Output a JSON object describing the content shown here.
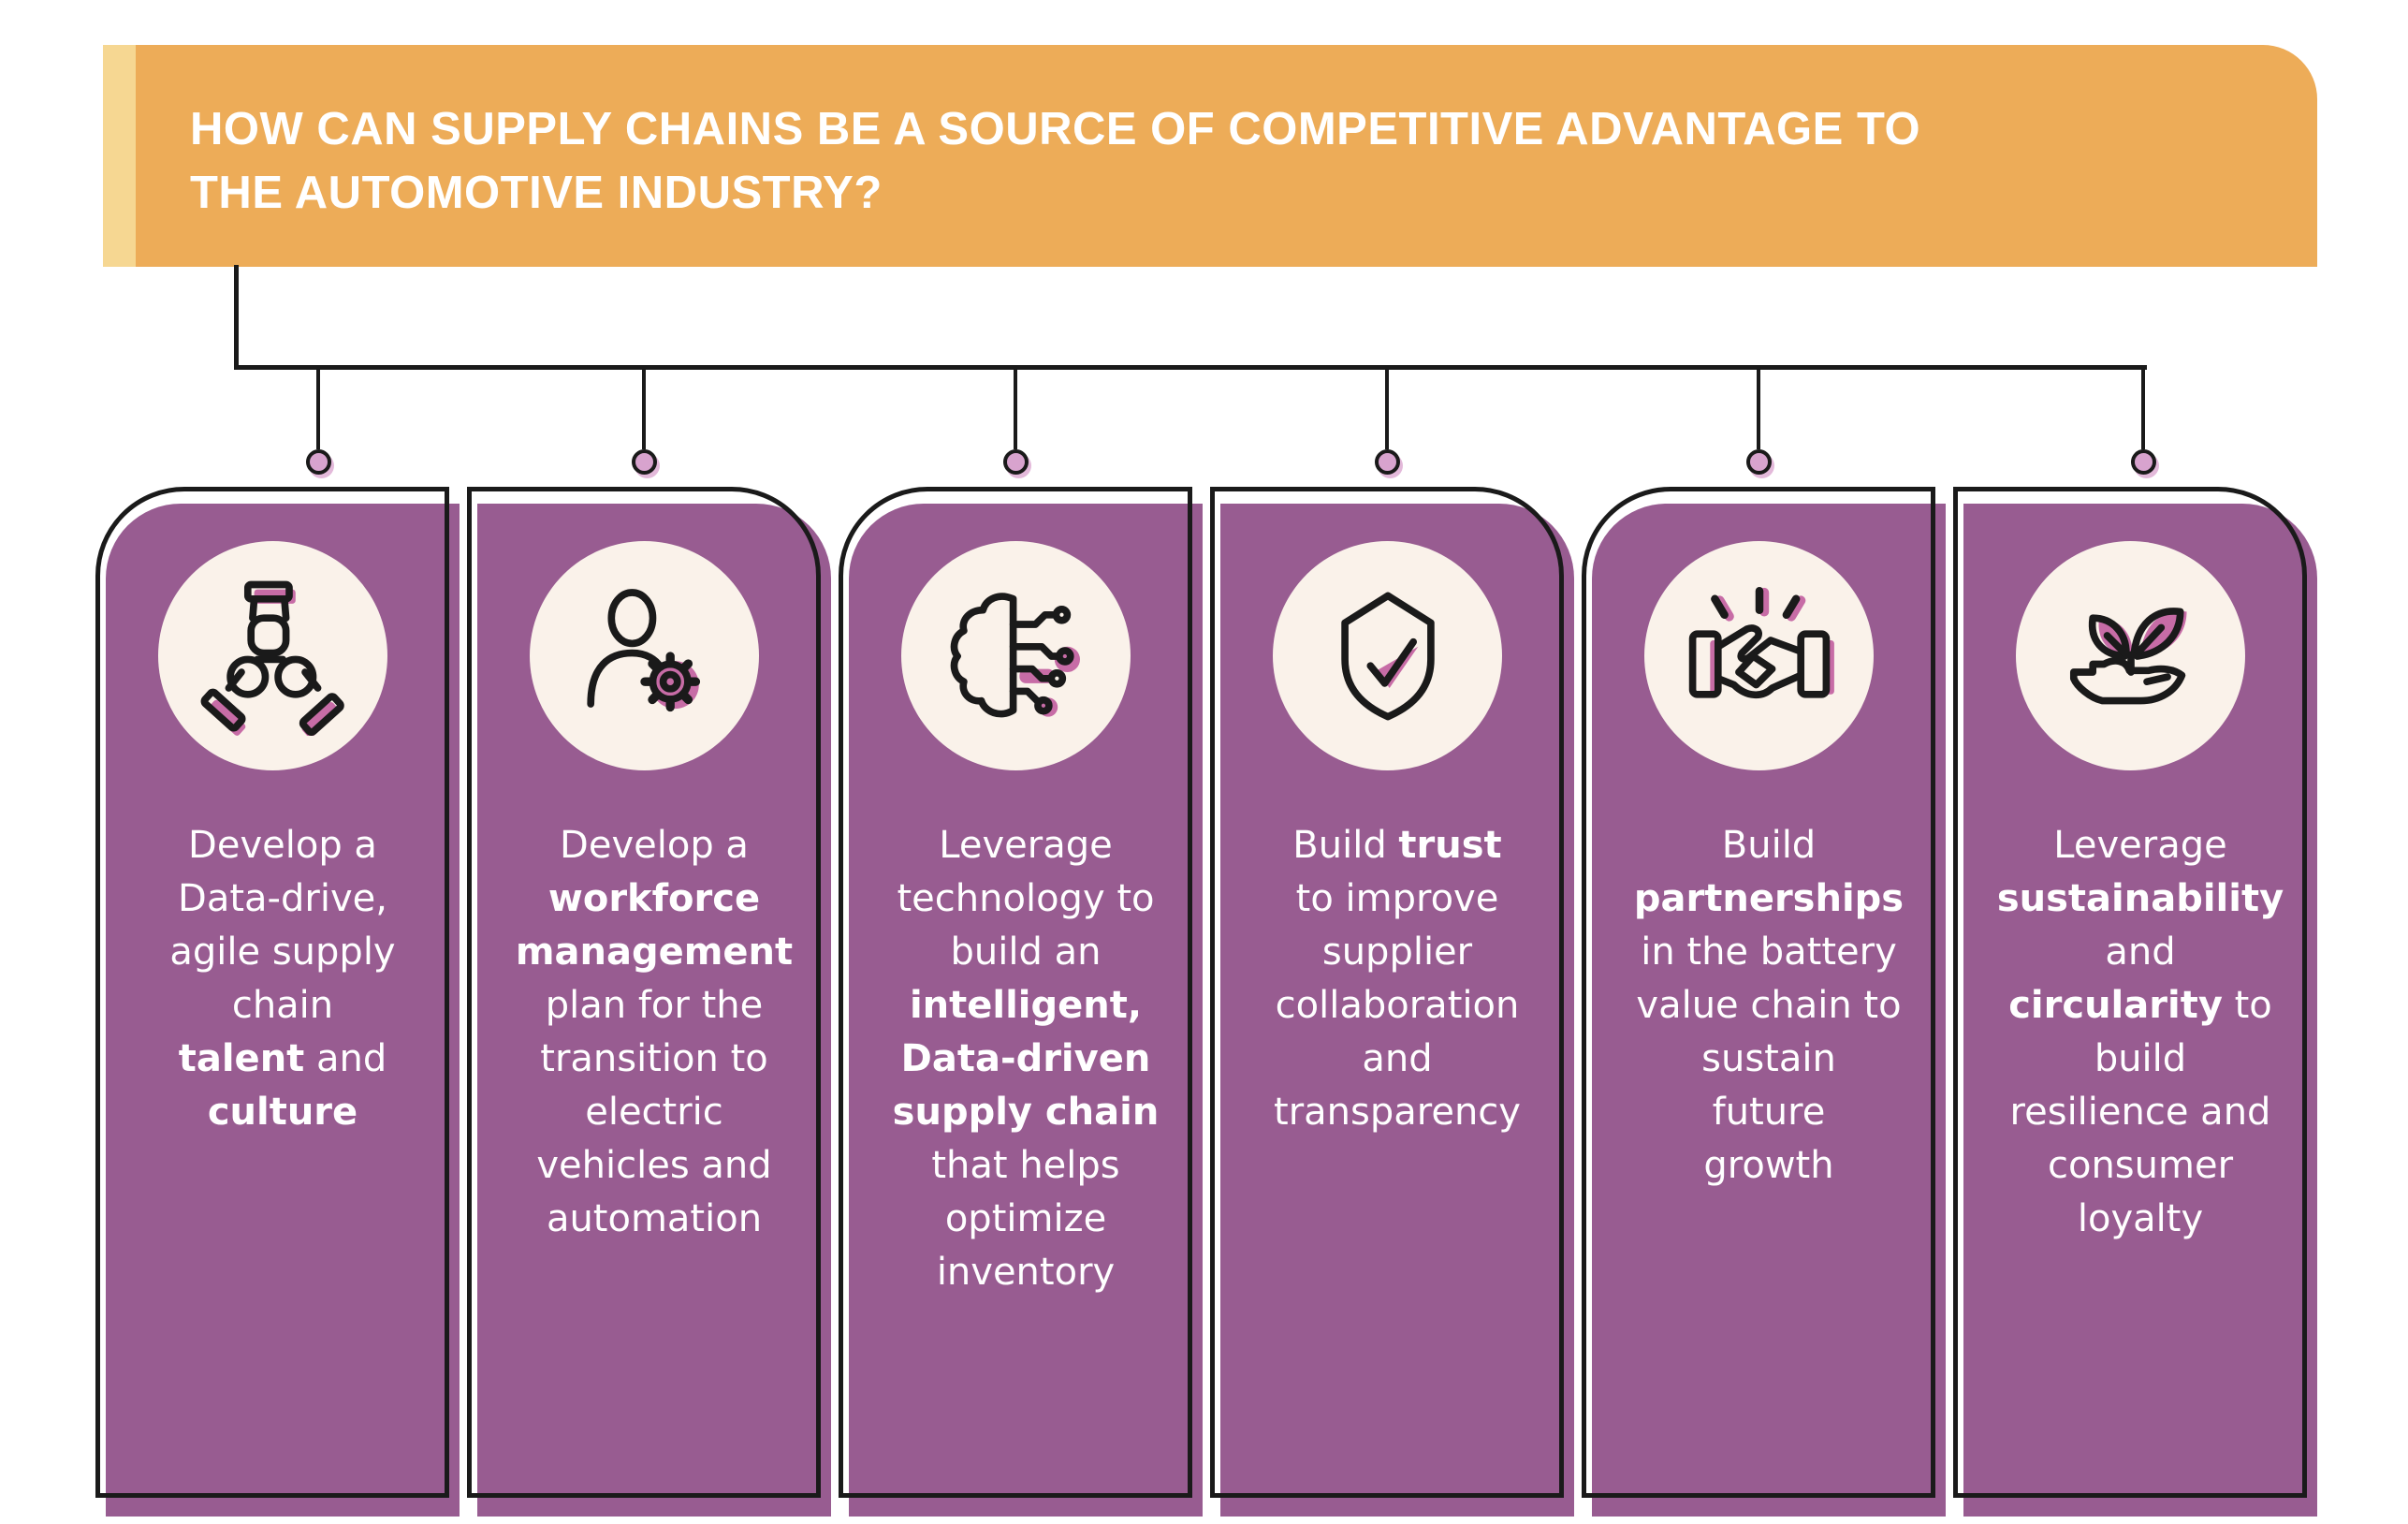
{
  "banner": {
    "title_line1": "HOW CAN SUPPLY CHAINS BE A SOURCE OF COMPETITIVE ADVANTAGE TO",
    "title_line2": "THE AUTOMOTIVE INDUSTRY?",
    "bg": "#edac58",
    "accent_strip": "#f6d792",
    "text_color": "#ffffff"
  },
  "connector": {
    "line_color": "#1a1a1a",
    "dot_fill": "#d8a3ce",
    "dot_shadow": "#e3b9da"
  },
  "colors": {
    "card_purple": "#985c91",
    "outline_black": "#1a1a1a",
    "circle_cream": "#faf2ea",
    "icon_accent_pink": "#c76ca6"
  },
  "cards": [
    {
      "icon": "teamwork-hands-icon",
      "corner": "top-left",
      "lines": [
        [
          {
            "t": "Develop a"
          }
        ],
        [
          {
            "t": "Data-drive,"
          }
        ],
        [
          {
            "t": "agile supply"
          }
        ],
        [
          {
            "t": "chain"
          }
        ],
        [
          {
            "t": "talent",
            "b": 1
          },
          {
            "t": " and"
          }
        ],
        [
          {
            "t": "culture",
            "b": 1
          }
        ]
      ]
    },
    {
      "icon": "person-gear-icon",
      "corner": "top-right",
      "lines": [
        [
          {
            "t": "Develop a"
          }
        ],
        [
          {
            "t": "workforce",
            "b": 1
          }
        ],
        [
          {
            "t": "management",
            "b": 1
          }
        ],
        [
          {
            "t": "plan for the"
          }
        ],
        [
          {
            "t": "transition to"
          }
        ],
        [
          {
            "t": "electric"
          }
        ],
        [
          {
            "t": "vehicles and"
          }
        ],
        [
          {
            "t": "automation"
          }
        ]
      ]
    },
    {
      "icon": "ai-brain-icon",
      "corner": "top-left",
      "lines": [
        [
          {
            "t": "Leverage"
          }
        ],
        [
          {
            "t": "technology to"
          }
        ],
        [
          {
            "t": "build an"
          }
        ],
        [
          {
            "t": "intelligent,",
            "b": 1
          }
        ],
        [
          {
            "t": "Data-driven",
            "b": 1
          }
        ],
        [
          {
            "t": "supply chain",
            "b": 1
          }
        ],
        [
          {
            "t": "that helps"
          }
        ],
        [
          {
            "t": "optimize"
          }
        ],
        [
          {
            "t": "inventory"
          }
        ]
      ]
    },
    {
      "icon": "shield-check-icon",
      "corner": "top-right",
      "lines": [
        [
          {
            "t": "Build "
          },
          {
            "t": "trust",
            "b": 1
          }
        ],
        [
          {
            "t": "to improve"
          }
        ],
        [
          {
            "t": "supplier"
          }
        ],
        [
          {
            "t": "collaboration"
          }
        ],
        [
          {
            "t": "and"
          }
        ],
        [
          {
            "t": "transparency"
          }
        ]
      ]
    },
    {
      "icon": "handshake-icon",
      "corner": "top-left",
      "lines": [
        [
          {
            "t": "Build"
          }
        ],
        [
          {
            "t": "partnerships",
            "b": 1
          }
        ],
        [
          {
            "t": "in the battery"
          }
        ],
        [
          {
            "t": "value chain to"
          }
        ],
        [
          {
            "t": "sustain"
          }
        ],
        [
          {
            "t": "future"
          }
        ],
        [
          {
            "t": "growth"
          }
        ]
      ]
    },
    {
      "icon": "hand-leaf-icon",
      "corner": "top-right",
      "lines": [
        [
          {
            "t": "Leverage"
          }
        ],
        [
          {
            "t": "sustainability",
            "b": 1
          }
        ],
        [
          {
            "t": "and"
          }
        ],
        [
          {
            "t": "circularity",
            "b": 1
          },
          {
            "t": " to"
          }
        ],
        [
          {
            "t": "build"
          }
        ],
        [
          {
            "t": "resilience and"
          }
        ],
        [
          {
            "t": "consumer"
          }
        ],
        [
          {
            "t": "loyalty"
          }
        ]
      ]
    }
  ]
}
